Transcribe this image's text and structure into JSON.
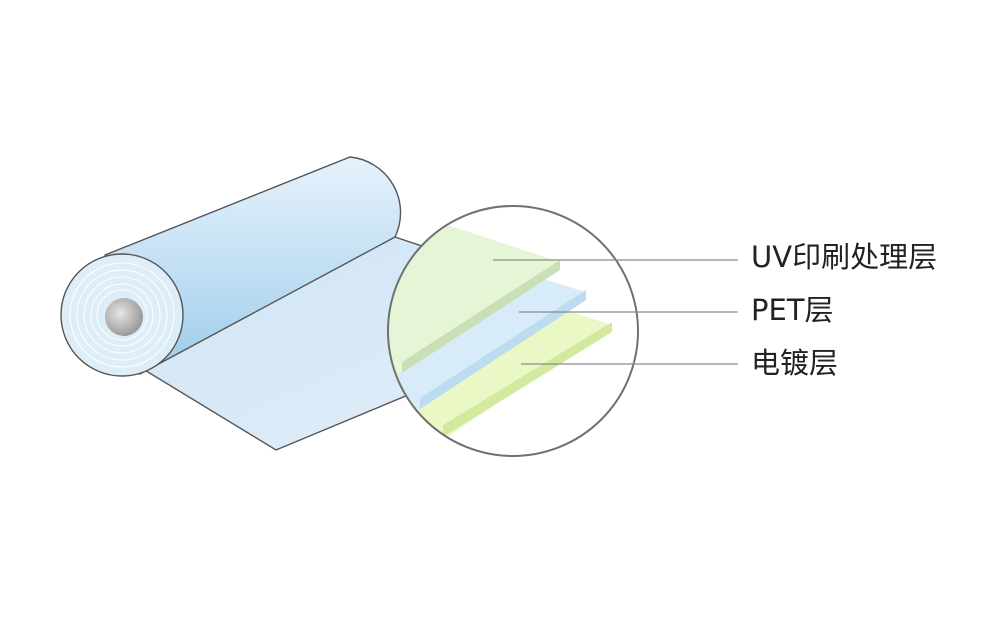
{
  "layers": {
    "uv_print": {
      "label": "UV印刷处理层",
      "color": "#e6f5d6"
    },
    "pet": {
      "label": "PET层",
      "color": "#d7ecf8"
    },
    "plating": {
      "label": "电镀层",
      "color": "#eaf8c6"
    }
  },
  "colors": {
    "roll_light": "#e4f1fa",
    "roll_mid": "#bcdcf1",
    "roll_deep": "#98c7e9",
    "sheet": "#d3e6f5",
    "outline": "#555555",
    "leader_line": "#8a8a8a",
    "magnifier_ring": "#707070"
  }
}
